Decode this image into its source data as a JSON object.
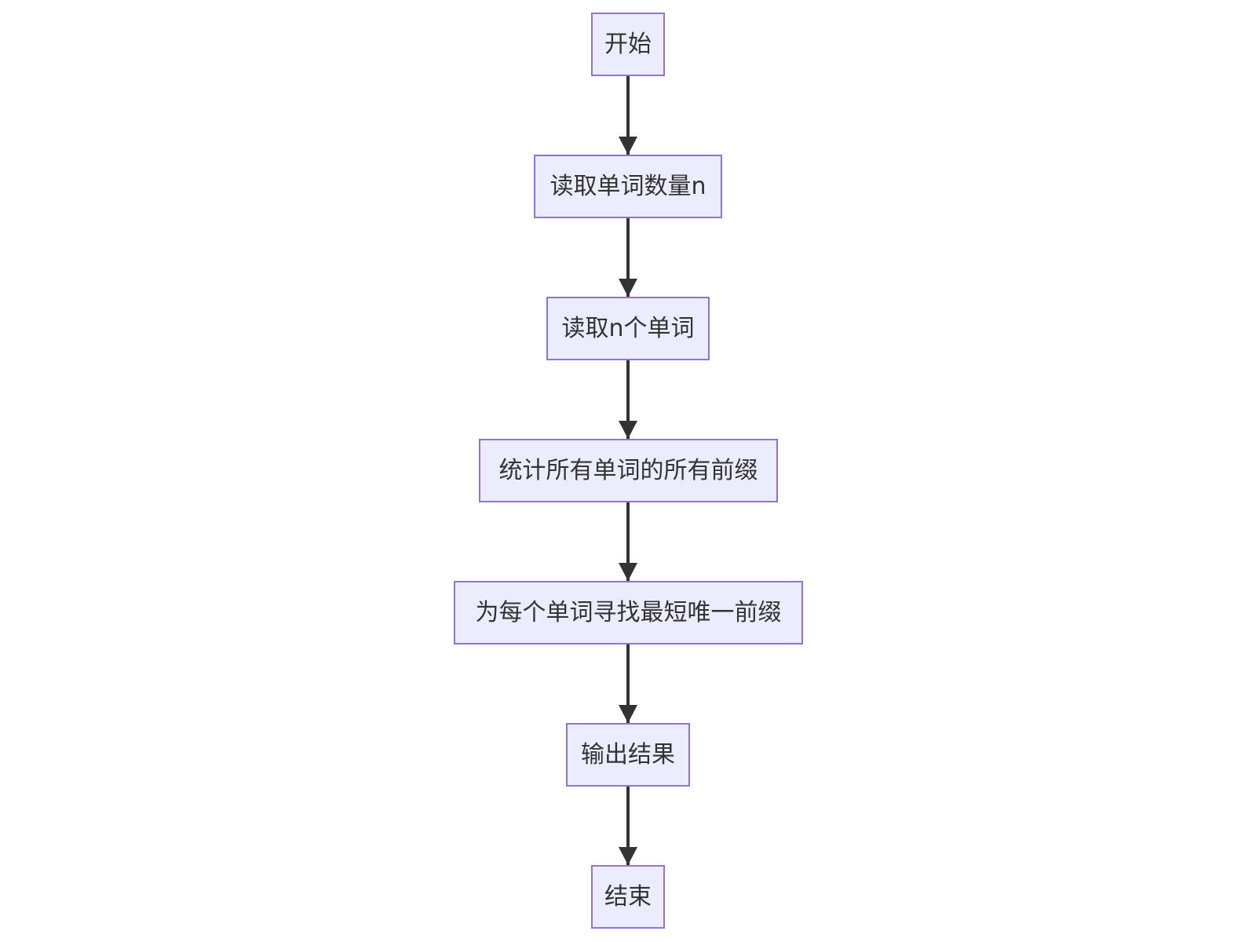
{
  "flowchart": {
    "nodes": [
      {
        "id": "start",
        "label": "开始"
      },
      {
        "id": "read_n",
        "label": "读取单词数量n"
      },
      {
        "id": "read_words",
        "label": "读取n个单词"
      },
      {
        "id": "count_prefixes",
        "label": "统计所有单词的所有前缀"
      },
      {
        "id": "find_prefix",
        "label": "为每个单词寻找最短唯一前缀"
      },
      {
        "id": "output",
        "label": "输出结果"
      },
      {
        "id": "end",
        "label": "结束"
      }
    ],
    "edges": [
      {
        "from": "start",
        "to": "read_n"
      },
      {
        "from": "read_n",
        "to": "read_words"
      },
      {
        "from": "read_words",
        "to": "count_prefixes"
      },
      {
        "from": "count_prefixes",
        "to": "find_prefix"
      },
      {
        "from": "find_prefix",
        "to": "output"
      },
      {
        "from": "output",
        "to": "end"
      }
    ]
  },
  "colors": {
    "node_fill": "#ececff",
    "node_border": "#9370db",
    "edge": "#333333",
    "text": "#333333"
  }
}
